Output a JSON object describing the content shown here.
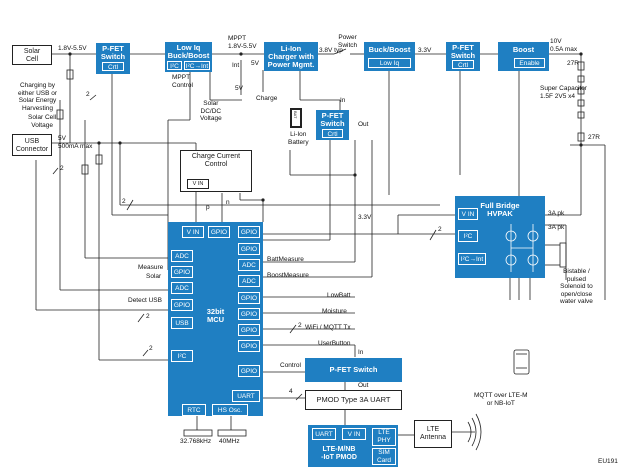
{
  "blocks": {
    "solar_cell": "Solar\nCell",
    "usb_connector": "USB\nConnector",
    "pfet1": {
      "title": "P-FET\nSwitch",
      "sub": "Crtl"
    },
    "low_iq": {
      "title": "Low Iq\nBuck/Boost",
      "i2c": "I²C",
      "i2c_irq": "I²C→Int"
    },
    "liion": {
      "title": "Li-Ion\nCharger with\nPower Mgmt."
    },
    "buck_boost": {
      "title": "Buck/Boost",
      "sub": "Low Iq"
    },
    "pfet3": {
      "title": "P-FET\nSwitch",
      "sub": "Crtl"
    },
    "boost": {
      "title": "Boost",
      "sub": "Enable"
    },
    "pfet2": {
      "title": "P-FET\nSwitch",
      "sub": "Crtl"
    },
    "charge_current": {
      "title": "Charge Current\nControl",
      "vin": "V IN"
    },
    "full_bridge": {
      "title": "Full Bridge\nHVPAK",
      "vin": "V IN",
      "i2c": "I²C",
      "i2c_irq": "I²C→Int"
    },
    "mcu": {
      "title": "32bit\nMCU",
      "vin": "V IN",
      "gpio_top": "GPIO",
      "left_pins": [
        "ADC",
        "GPIO",
        "ADC",
        "GPIO",
        "USB",
        "I²C"
      ],
      "right_pins": [
        "GPIO",
        "GPIO",
        "ADC",
        "ADC",
        "GPIO",
        "GPIO",
        "GPIO",
        "GPIO",
        "GPIO"
      ],
      "uart": "UART",
      "rtc": "RTC",
      "hs_osc": "HS Osc."
    },
    "pfet_bottom": {
      "title": "P-FET Switch"
    },
    "pmod_uart": "PMOD Type 3A UART",
    "lte_pmod": {
      "title": "LTE-M/NB\n-IoT PMOD",
      "uart": "UART",
      "vin": "V IN",
      "phy": "LTE\nPHY",
      "sim": "SIM\nCard"
    },
    "lte_antenna": "LTE\nAntenna"
  },
  "labels": {
    "v_solar": "1.8V-5.5V",
    "mppt": "MPPT\n1.8V-5.5V",
    "int1": "Int",
    "v5v_a": "5V",
    "v5v_b": "5V",
    "mppt_control": "MPPT\nControl",
    "solar_dcdc": "Solar\nDC/DC\nVoltage",
    "charge": "Charge",
    "charging_note": "Charging by\neither USB or\nSolar Energy\nHarvesting",
    "solar_cell_voltage": "Solar Cell\nVoltage",
    "usb_5v": "5V\n500mA max",
    "battery": "Li-Ion\nBattery",
    "battery_cell": "BAT",
    "v38": "3.8V typ",
    "power_switch": "Power\nSwitch",
    "v33_top": "3.3V",
    "v10": "10V\n0.5A max",
    "r27": "27R",
    "supercap": "Super Capacitor\n1.5F 2V5 x4",
    "r27b": "27R",
    "in_label": "In",
    "out_label": "Out",
    "v33_mid": "3.3V",
    "p_label": "p",
    "n_label": "n",
    "a3_1": "3A pk",
    "a3_2": "3A pk",
    "bistable": "Bistable /\npulsed\nSolenoid to\nopen/close\nwater valve",
    "measure": "Measure",
    "solar": "Solar",
    "detect_usb": "Detect USB",
    "batt_measure": "BattMeasure",
    "boost_measure": "BoostMeasure",
    "low_batt": "LowBatt",
    "moisture": "Moisture",
    "wifi_mqtt": "WiFi / MQTT Tx",
    "user_button": "UserButton",
    "control": "Control",
    "in_bottom": "In",
    "out_bottom": "Out",
    "xtal_32k": "32.768kHz",
    "xtal_40m": "40MHz",
    "mqtt": "MQTT over LTE-M\nor NB-IoT",
    "num2_a": "2",
    "num2_b": "2",
    "num2_c": "2",
    "num2_d": "2",
    "num2_e": "2",
    "num2_f": "2",
    "num2_g": "2",
    "num4": "4",
    "ref": "EU191"
  },
  "colors": {
    "block": "#1f7fc2",
    "wire": "#222222",
    "pin_border": "#ffffff"
  }
}
